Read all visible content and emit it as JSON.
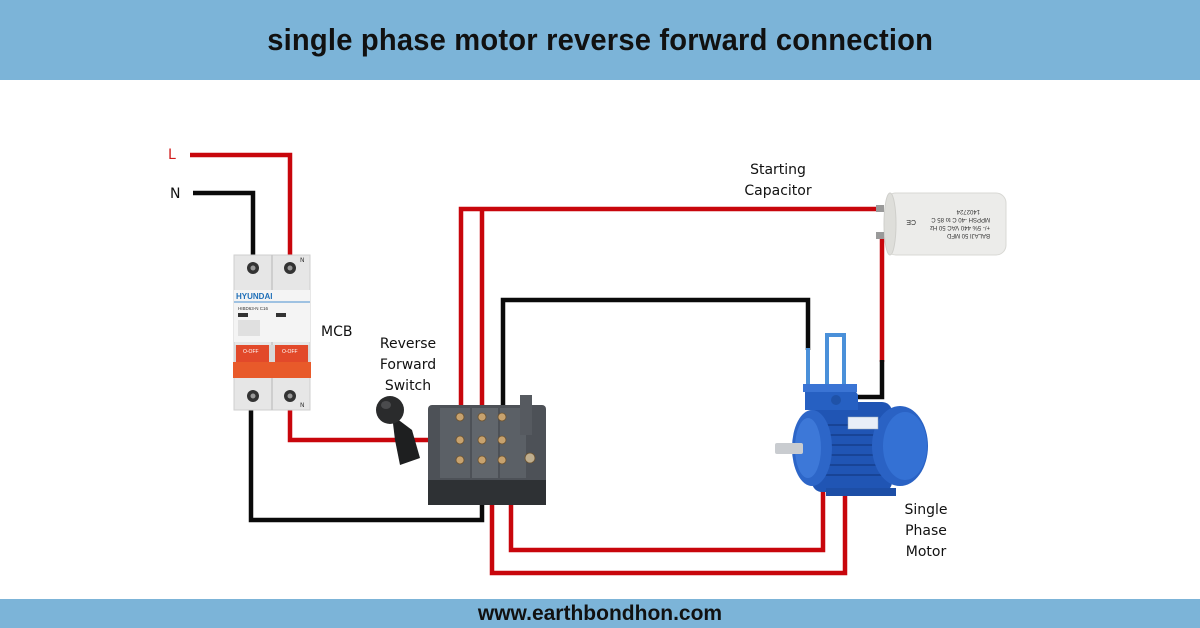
{
  "header": {
    "title": "single phase motor reverse forward connection"
  },
  "footer": {
    "website": "www.earthbondhon.com"
  },
  "colors": {
    "banner": "#7cb4d8",
    "live_wire": "#c8060c",
    "neutral_wire": "#0a0a0a",
    "motor_lead": "#4a90d9"
  },
  "labels": {
    "live": "L",
    "neutral": "N",
    "mcb": "MCB",
    "switch": [
      "Reverse",
      "Forward",
      "Switch"
    ],
    "capacitor": [
      "Starting",
      "Capacitor"
    ],
    "motor": [
      "Single",
      "Phase",
      "Motor"
    ]
  },
  "components": {
    "mcb": {
      "brand": "HYUNDAI",
      "model": "HIBD63-N C16",
      "handle_left": "O-OFF",
      "handle_right": "O-OFF",
      "terminal_mark": "N"
    },
    "capacitor": {
      "print_lines": [
        "BALAJI 50 MFD",
        "+/- 5% 440 VAC 50 Hz",
        "MPPSH -40 C to 85 C",
        "1402724"
      ],
      "mark": "CE"
    },
    "switch": {
      "type": "reverse-forward switch"
    },
    "motor": {
      "type": "single phase motor"
    }
  }
}
